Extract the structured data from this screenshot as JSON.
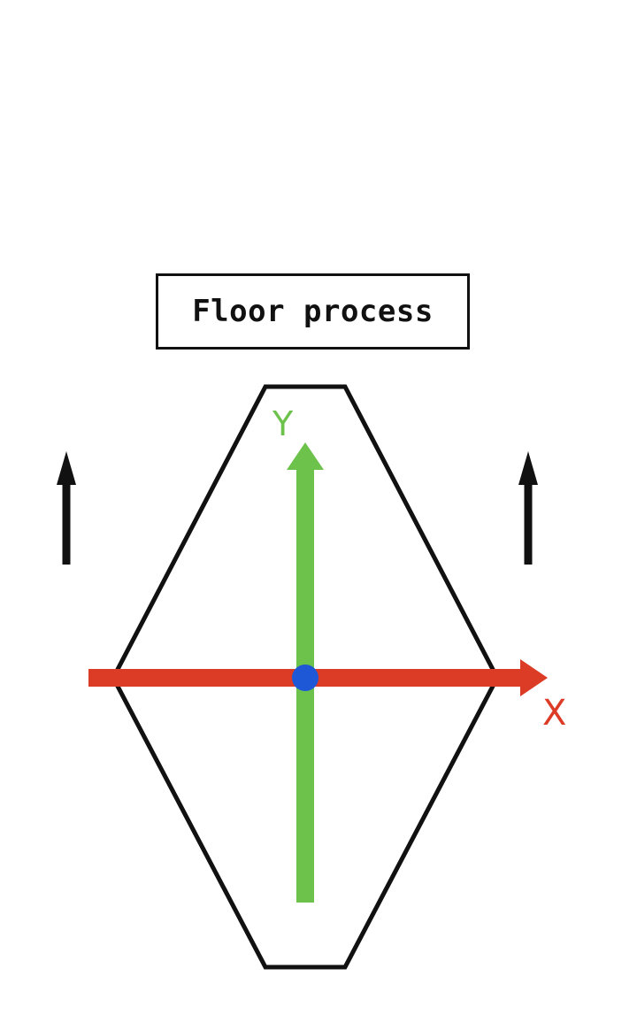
{
  "title": "Floor process",
  "axes": {
    "y_label": "Y",
    "x_label": "X"
  },
  "colors": {
    "outline": "#111111",
    "x_axis": "#dc3b26",
    "y_axis": "#6cc24a",
    "origin": "#1e58d6",
    "side_arrows": "#111111"
  },
  "icons": {
    "left_arrow": "arrow-up-icon",
    "right_arrow": "arrow-up-icon"
  }
}
